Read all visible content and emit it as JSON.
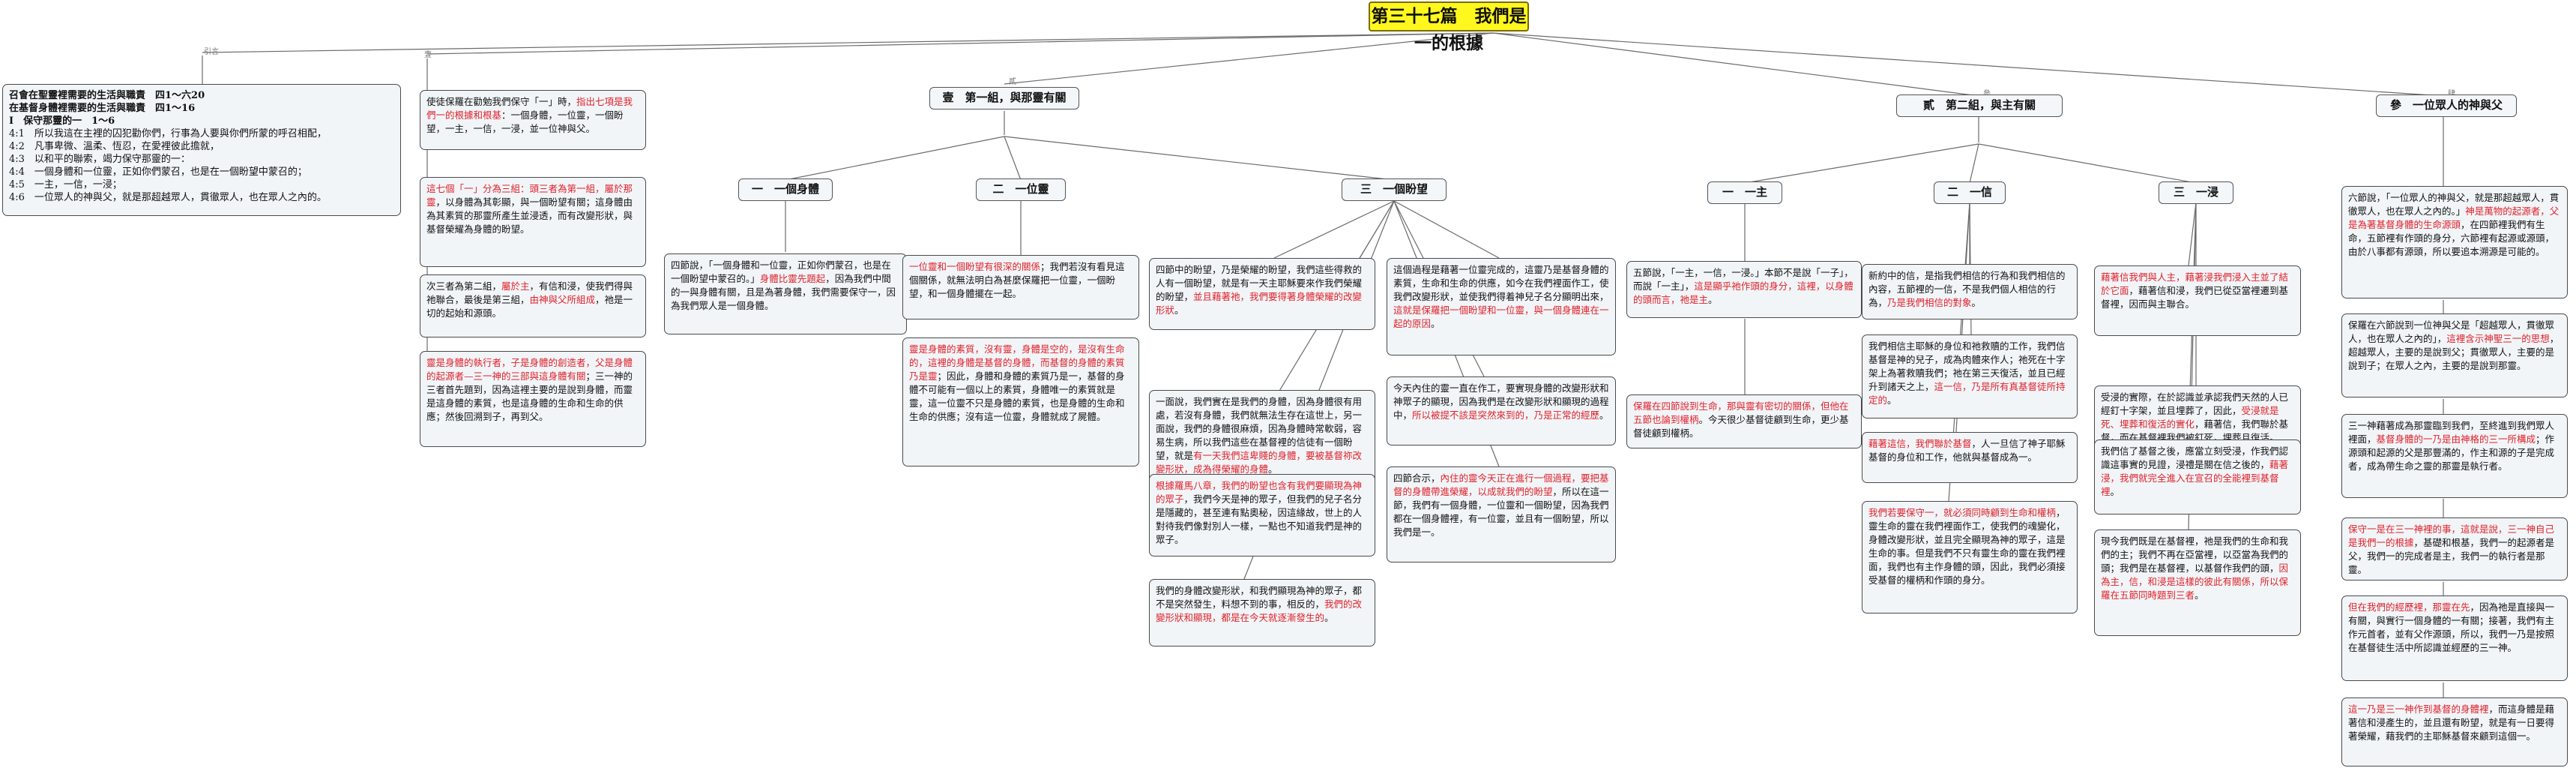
{
  "title": "第三十七篇　我們是一的根據",
  "edge_labels": {
    "mid": "引言",
    "a": "壹",
    "b": "貳",
    "c": "參",
    "d": "肆"
  },
  "intro": {
    "lines": [
      "召會在聖靈裡需要的生活與職責　四1～六20",
      "在基督身體裡需要的生活與職責　四1～16",
      "Ⅰ　保守那靈的一　1～6",
      "4:1　所以我這在主裡的囚犯勸你們，行事為人要與你們所蒙的呼召相配，",
      "4:2　凡事卑微、溫柔、恆忍，在愛裡彼此擔就，",
      "4:3　以和平的聯索，竭力保守那靈的一：",
      "4:4　一個身體和一位靈，正如你們蒙召，也是在一個盼望中蒙召的；",
      "4:5　一主，一信，一浸；",
      "4:6　一位眾人的神與父，就是那超越眾人，貫徹眾人，也在眾人之內的。"
    ]
  },
  "col1": {
    "n1": [
      "使徒保羅在勸勉我們保守「一」時，",
      "指出七項是我們一的根據和根基",
      "：一個身體，一位靈，一個盼望，一主，一信，一浸，並一位神與父。"
    ],
    "n2": [
      "這七個「一」分為三組：",
      "頭三者為第一組，屬於那靈",
      "，以身體為其彰顯，與一個盼望有關；這身體由為其素質的那靈所產生並浸透，而有改變形狀，與基督榮耀為身體的盼望。"
    ],
    "n3": [
      "次三者為第二組，",
      "屬於主",
      "，有信和浸，使我們得與祂聯合，最後是第三組，",
      "由神與父所組成",
      "，祂是一切的起始和源頭。"
    ],
    "n4": [
      "靈是身體的執行者，子是身體的創造者，父是身體的起源者—三一神的三部與這身體有關",
      "；三一神的三者首先題到，因為這裡主要的是說到身體，而靈是這身體的素質，也是這身體的生命和生命的供應；然後回溯到子，再到父。"
    ]
  },
  "group1": {
    "head": "壹　第一組，與那靈有關",
    "sub1": "一　一個身體",
    "sub2": "二　一位靈",
    "sub3": "三　一個盼望",
    "s1n1": [
      "四節說，「一個身體和一位靈，正如你們蒙召，也是在一個盼望中蒙召的。」",
      "身體比靈先題起",
      "，因為我們中間的一與身體有關，且是為著身體，我們需要保守一，因為我們眾人是一個身體。"
    ],
    "s2n1": [
      "一位靈和一個盼望有很深的關係",
      "；我們若沒有看見這個關係，就無法明白為甚麼保羅把一位靈，一個盼望，和一個身體擺在一起。"
    ],
    "s2n2": [
      "靈是身體的素質，沒有靈，身體是空的，是沒有生命的，這裡的身體是基督的身體，而基督的身體的素質乃是靈",
      "；因此，身體和身體的素質乃是一，基督的身體不可能有一個以上的素質，身體唯一的素質就是靈，這一位靈不只是身體的素質，也是身體的生命和生命的供應；沒有這一位靈，身體就成了屍體。"
    ],
    "s3n1": [
      "四節中的盼望，乃是榮耀的盼望，我們這些得救的人有一個盼望，就是有一天主耶穌要來作我們榮耀的盼望，",
      "並且藉著祂，我們要得著身體榮耀的改變形狀",
      "。"
    ],
    "s3n2": [
      "一面說，我們實在是我們的身體，因為身體很有用處，若沒有身體，我們就無法生存在這世上，另一面說，我們的身體很麻煩，因為身體時常軟弱，容易生病，所以我們這些在基督裡的信徒有一個盼望，就是",
      "有一天我們這卑賤的身體，要被基督祢",
      "改變形狀，成為得榮耀的身體",
      "。"
    ],
    "s3n3": [
      "根據羅馬八章，我們的盼望也含有我們要顯現為神的眾子",
      "，我們今天是神的眾子，但我們的兒子名分是隱藏的，甚至連有點奧秘，因這緣故，世上的人對待我們像對別人一樣，一點也不知道我們是神的眾子。"
    ],
    "s3n4": [
      "我們的身體改變形狀，和我們顯現為神的眾子，都不是突然發生，料想不到的事，相反的，",
      "我們的改變形狀和顯現，都是在今天就逐漸發生的",
      "。"
    ],
    "s3n5": [
      "這個過程是藉著一位靈完成的，這靈乃是基督身體的素質，生命和生命的供應，如今在我們裡面作工，使我們改變形狀，並使我們得着神兒子名分顯明出來，",
      "這就是保羅把一個盼望和一位靈，與一個身體連在一起的原因",
      "。"
    ],
    "s3n6": [
      "今天內住的靈一直在作工，要實現身體的改變形狀和神眾子的顯現，因為我們是在改變形狀和顯現的過程中，",
      "所以被提不該是突然來到的，乃是正常的經歷",
      "。"
    ],
    "s3n7": [
      "四節合示，",
      "內住的靈今天正在進行一個過程，要把基督的身體帶進榮耀，以成就我們的盼望",
      "，所以在這一節，我們有一個身體，一位靈和一個盼望，因為我們都在一個身體裡，有一位靈，並且有一個盼望，所以我們是一。"
    ]
  },
  "group2": {
    "head": "貳　第二組，與主有關",
    "sub1": "一　一主",
    "sub2": "二　一信",
    "sub3": "三　一浸",
    "s1n1": [
      "五節說，「一主，一信，一浸。」本節不是說「一子」，而說「一主」，",
      "這是顯乎祂作頭的身分，這裡，以身體的頭而言，祂是主",
      "。"
    ],
    "s1n2": [
      "保羅在四節說到生命，那與靈有密切的關係，但他在五節也論到權柄",
      "。今天很少基督徒顧到生命，更少基督徒顧到權柄。"
    ],
    "s2n1": [
      "新約中的信，是指我們相信的行為和我們相信的內容，五節裡的一信，不是我們個人相信的行為，",
      "乃是我們相信的對象",
      "。"
    ],
    "s2n2": [
      "我們相信主耶穌的身位和祂救贖的工作，我們信基督是神的兒子，成為肉體來作人；祂死在十字架上為著救贖我們；祂在第三天復活，並且已經升到諸天之上，",
      "這一信，乃是所有真基督徒所持定的",
      "。"
    ],
    "s2n3": [
      "藉著這信，我們聯於基督",
      "，人一旦信了神子耶穌基督的身位和工作，他就與基督成為一。"
    ],
    "s2n4": [
      "我們若要保守一，就必須同時顧到生命和權柄",
      "，靈生命的靈在我們裡面作工，使我們的魂變化，身體改變形狀，並且完全顯現為神的眾子，這是生命的事。但是我們不只有靈生命的靈在我們裡面，我們也有主作身體的頭，因此，我們必須接受基督的權柄和作頭的身分。"
    ],
    "s3n1": [
      "藉著信我們與人主，",
      "藉著浸我們浸入主並了結於它面",
      "，藉著信和浸，我們已從亞當裡遷到基督裡，因而與主聯合。"
    ],
    "s3n2": [
      "受浸的實際，在於認識並承認我們天然的人已經釘十字架，並且埋葬了，因此，",
      "受浸就是死、埋葬和復活的實化",
      "，藉著信，我們聯於基督，而在基督裡我們被釘死，埋葬且復活。"
    ],
    "s3n3": [
      "我們信了基督之後，應當立刻受浸，作我們認識這事實的見證，浸禮是關在信之後的，",
      "藉著浸，我們就完全進入在宣召的全能裡到基督裡",
      "。"
    ],
    "s3n4": [
      "現今我們既是在基督裡，祂是我們的生命和我們的主；我們不再在亞當裡，以亞當為我們的頭；我們是在基督裡，以基督作我們的頭，",
      "因為主，信，和浸是這樣的彼此有關係，所以保羅在五節同時題到三者",
      "。"
    ]
  },
  "group3": {
    "head": "參　一位眾人的神與父",
    "n1": [
      "六節說，「一位眾人的神與父，就是那超越眾人，貫徹眾人，也在眾人之內的。」",
      "神是萬物的起源者，父是為著基督身體的生命源頭",
      "，在四節裡我們有生命，五節裡有作頭的身分，六節裡有起源或源頭，由於八事都有源頭，所以要追本溯源是可能的。"
    ],
    "n2": [
      "保羅在六節說到一位神與父是「超越眾人，貫徹眾人，也在眾人之內的」，",
      "這裡含示神聖三一的思想",
      "，超越眾人，主要的是說到父；貫徹眾人，主要的是說到子；在眾人之內，主要的是說到那靈。"
    ],
    "n3": [
      "三一神藉著成為那靈臨到我們，至終進到我們眾人裡面，",
      "基督身體的一乃是由神格的三一所構成",
      "；作源頭和起源的父是那豐滿的，作主和源的子是完成者，成為帶生命之靈的那靈是執行者。"
    ],
    "n4": [
      "保守一是在三一神裡的事，這就是說，三一神自己是我們一的根據",
      "，基礎和根基，我們一的起源者是父，我們一的完成者是主，我們一的執行者是那靈。"
    ],
    "n5": [
      "但在我們的經歷裡，那靈在先",
      "，因為祂是直接與一有關，與實行一個身體的一有關；接著，我們有主作元首者，並有父作源頭，所以，我們一乃是按照在基督徒生活中所認識並經歷的三一神。"
    ],
    "n6": [
      "這一乃是三一神作到基督的身體裡",
      "，而這身體是藉著信和浸產生的，並且還有盼望，就是有一日要得著榮耀，藉我們的主耶穌基督來顧到這個一。"
    ]
  }
}
